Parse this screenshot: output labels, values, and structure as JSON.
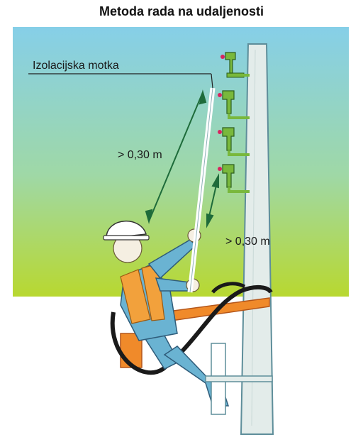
{
  "title": "Metoda rada na udaljenosti",
  "labels": {
    "insulating_pole": "Izolacijska motka",
    "distance_worker_to_line": "> 0,30 m",
    "distance_pole_to_post": "> 0,30 m"
  },
  "colors": {
    "sky_top": "#7fcfe6",
    "sky_bottom": "#b5d837",
    "insulator_green": "#79b83c",
    "pole_light": "#e2ecea",
    "worker_suit": "#6ab3d2",
    "harness_orange": "#f2a13c",
    "crossarm_orange": "#f08a2a",
    "strap_black": "#1a1a1a",
    "dimension_arrow": "#1e6b3a"
  },
  "icons": [
    "helmet-icon",
    "insulator-icon"
  ]
}
